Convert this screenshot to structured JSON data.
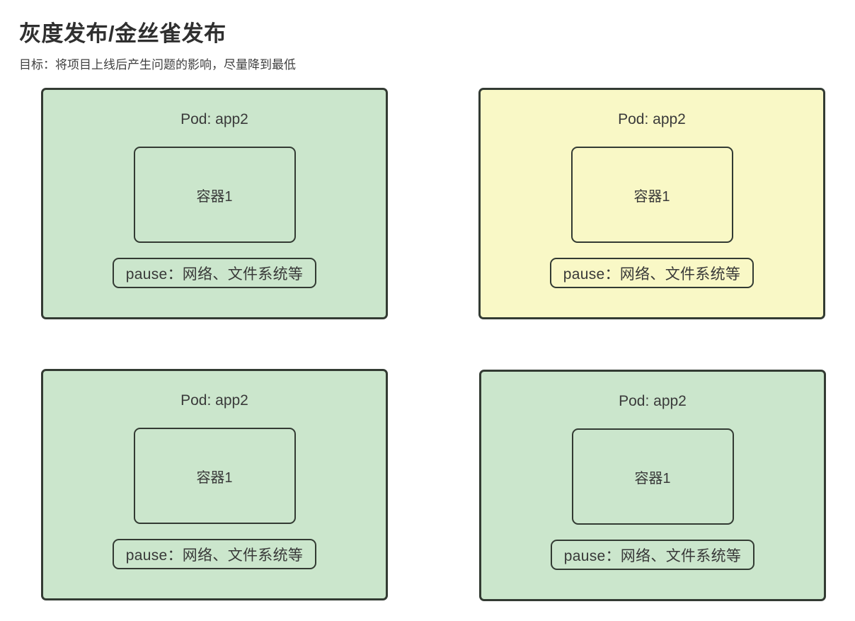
{
  "page": {
    "title": "灰度发布/金丝雀发布",
    "subtitle": "目标：将项目上线后产生问题的影响，尽量降到最低"
  },
  "colors": {
    "green_fill": "#cbe6cc",
    "yellow_fill": "#f9f8c6",
    "stroke": "#333b33"
  },
  "cards": [
    {
      "position": "top-left",
      "variant": "green",
      "pod_label": "Pod: app2",
      "container_label": "容器1",
      "pause_label": "pause：网络、文件系统等"
    },
    {
      "position": "top-right",
      "variant": "yellow",
      "pod_label": "Pod: app2",
      "container_label": "容器1",
      "pause_label": "pause：网络、文件系统等"
    },
    {
      "position": "bottom-left",
      "variant": "green",
      "pod_label": "Pod: app2",
      "container_label": "容器1",
      "pause_label": "pause：网络、文件系统等"
    },
    {
      "position": "bottom-right",
      "variant": "green",
      "pod_label": "Pod: app2",
      "container_label": "容器1",
      "pause_label": "pause：网络、文件系统等"
    }
  ]
}
